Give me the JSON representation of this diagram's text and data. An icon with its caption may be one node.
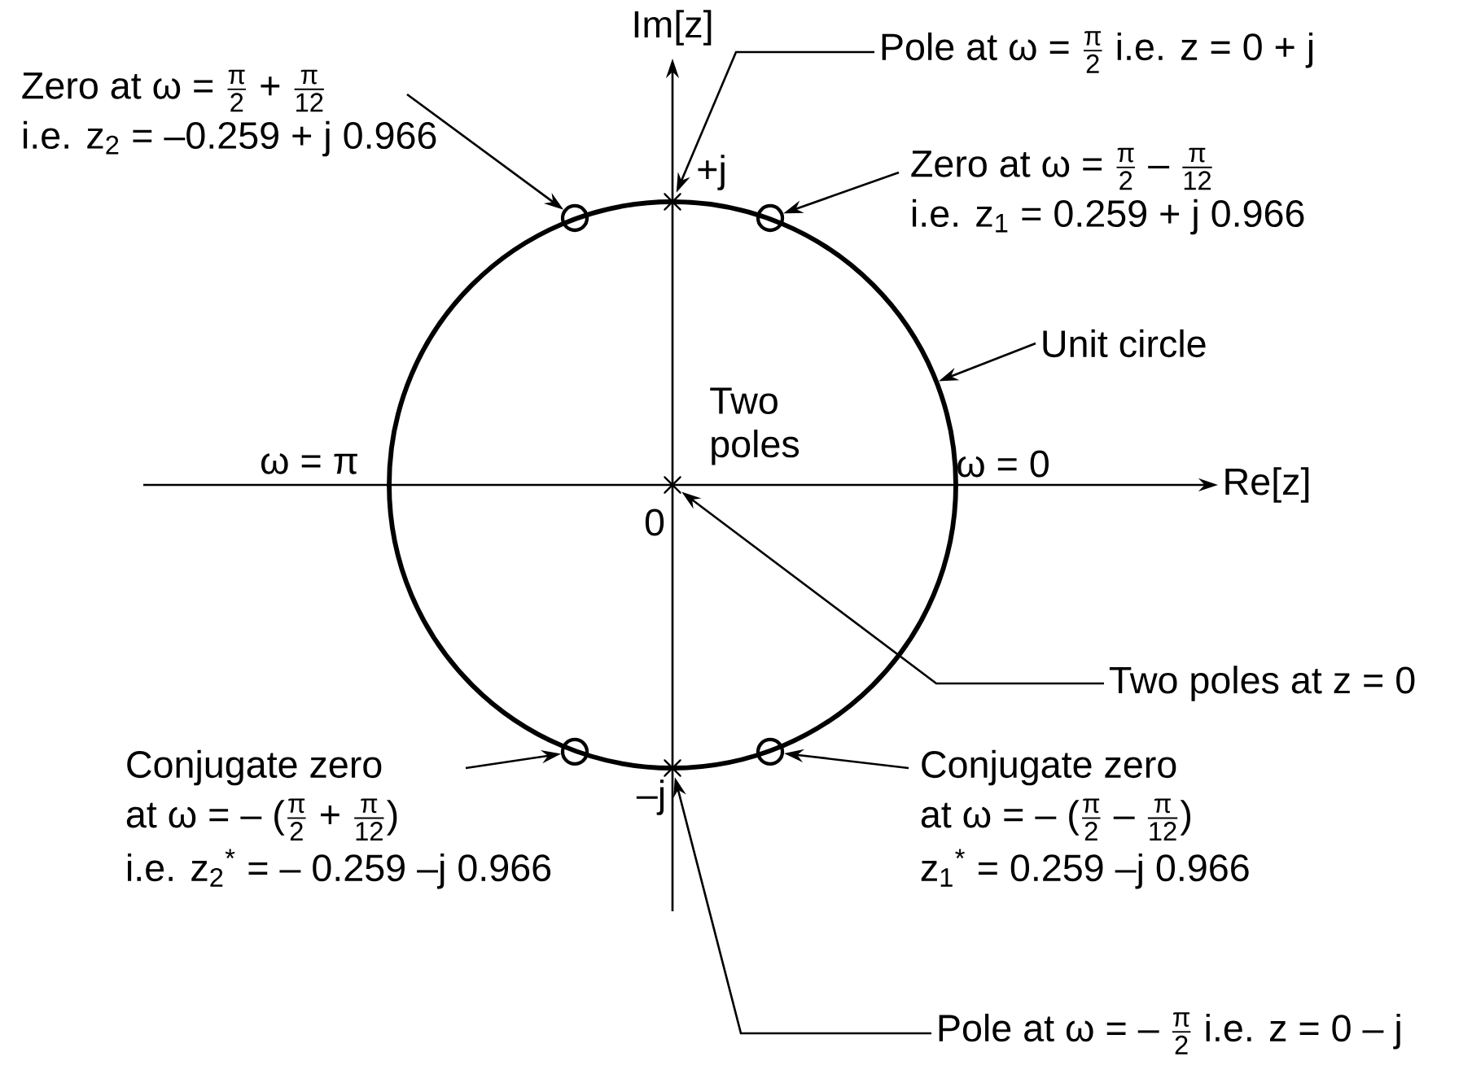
{
  "diagram": {
    "nodes": [
      {
        "text": [
          "\\text{Pole at ω = }\\frac{\\text{π}}{\\text{2}}\\text{ i.e. z = 0 + j}"
        ]
      },
      {
        "text": [
          "\\text{Zero at ω = }\\frac{\\text{π}}{\\text{2}}\\text{ + }\\frac{\\text{π}}{\\text{12}}",
          "i.e. z$_{2}$ = –0.259 + j 0.966"
        ]
      },
      {
        "text": [
          "\\text{Zero at ω = }\\frac{\\text{π}}{\\text{2}}\\text{ – }\\frac{\\text{π}}{\\text{12}}",
          "i.e. z$_{1}$ = 0.259 + j 0.966"
        ]
      },
      {
        "text": [
          "Unit circle"
        ]
      },
      {
        "text": [
          "Two poles at z = 0"
        ]
      },
      {
        "text": [
          "Conjugate zero",
          "\\text{at ω = – (}\\frac{\\text{π}}{\\text{2}}\\text{ + }\\frac{\\text{π}}{\\text{12}}\\text{)}",
          "i.e. z$_{2}$$^{*}$ = – 0.259 –j 0.966"
        ]
      },
      {
        "text": [
          "Conjugate zero",
          "\\text{at ω = – (}\\frac{\\text{π}}{\\text{2}}\\text{ – }\\frac{\\text{π}}{\\text{12}}\\text{)}",
          "z$_{1}$$^{*}$ = 0.259 –j 0.966"
        ]
      },
      {
        "text": [
          "\\text{Pole at ω = – }\\frac{\\text{π}}{\\text{2}}\\text{ i.e. z = 0 – j}"
        ]
      },
      {
        "text": [],
        "shape": "cross"
      },
      {
        "text": [],
        "shape": "circle"
      },
      {
        "text": [],
        "shape": "circle"
      },
      {
        "text": [],
        "shape": "circle"
      },
      {
        "text": [],
        "shape": "cross",
        "in": 11
      },
      {
        "text": [],
        "shape": "circle"
      },
      {
        "text": [],
        "shape": "circle"
      },
      {
        "text": [],
        "shape": "cross"
      }
    ],
    "edges": [
      {
        "from": 0,
        "to": 8,
        "arrow": "to"
      },
      {
        "from": 1,
        "to": 9,
        "arrow": "to"
      },
      {
        "from": 2,
        "to": 10,
        "arrow": "to"
      },
      {
        "from": 3,
        "to": 11,
        "arrow": "to"
      },
      {
        "from": 4,
        "to": 12,
        "arrow": "to"
      },
      {
        "from": 5,
        "to": 13,
        "arrow": "to"
      },
      {
        "from": 6,
        "to": 14,
        "arrow": "to"
      },
      {
        "from": 7,
        "to": 15,
        "arrow": "to"
      }
    ],
    "labels": [
      "Im[z]",
      "+j",
      "ω = π",
      "Two poles",
      "ω = 0",
      "Re[z]",
      "0",
      "–j"
    ]
  }
}
